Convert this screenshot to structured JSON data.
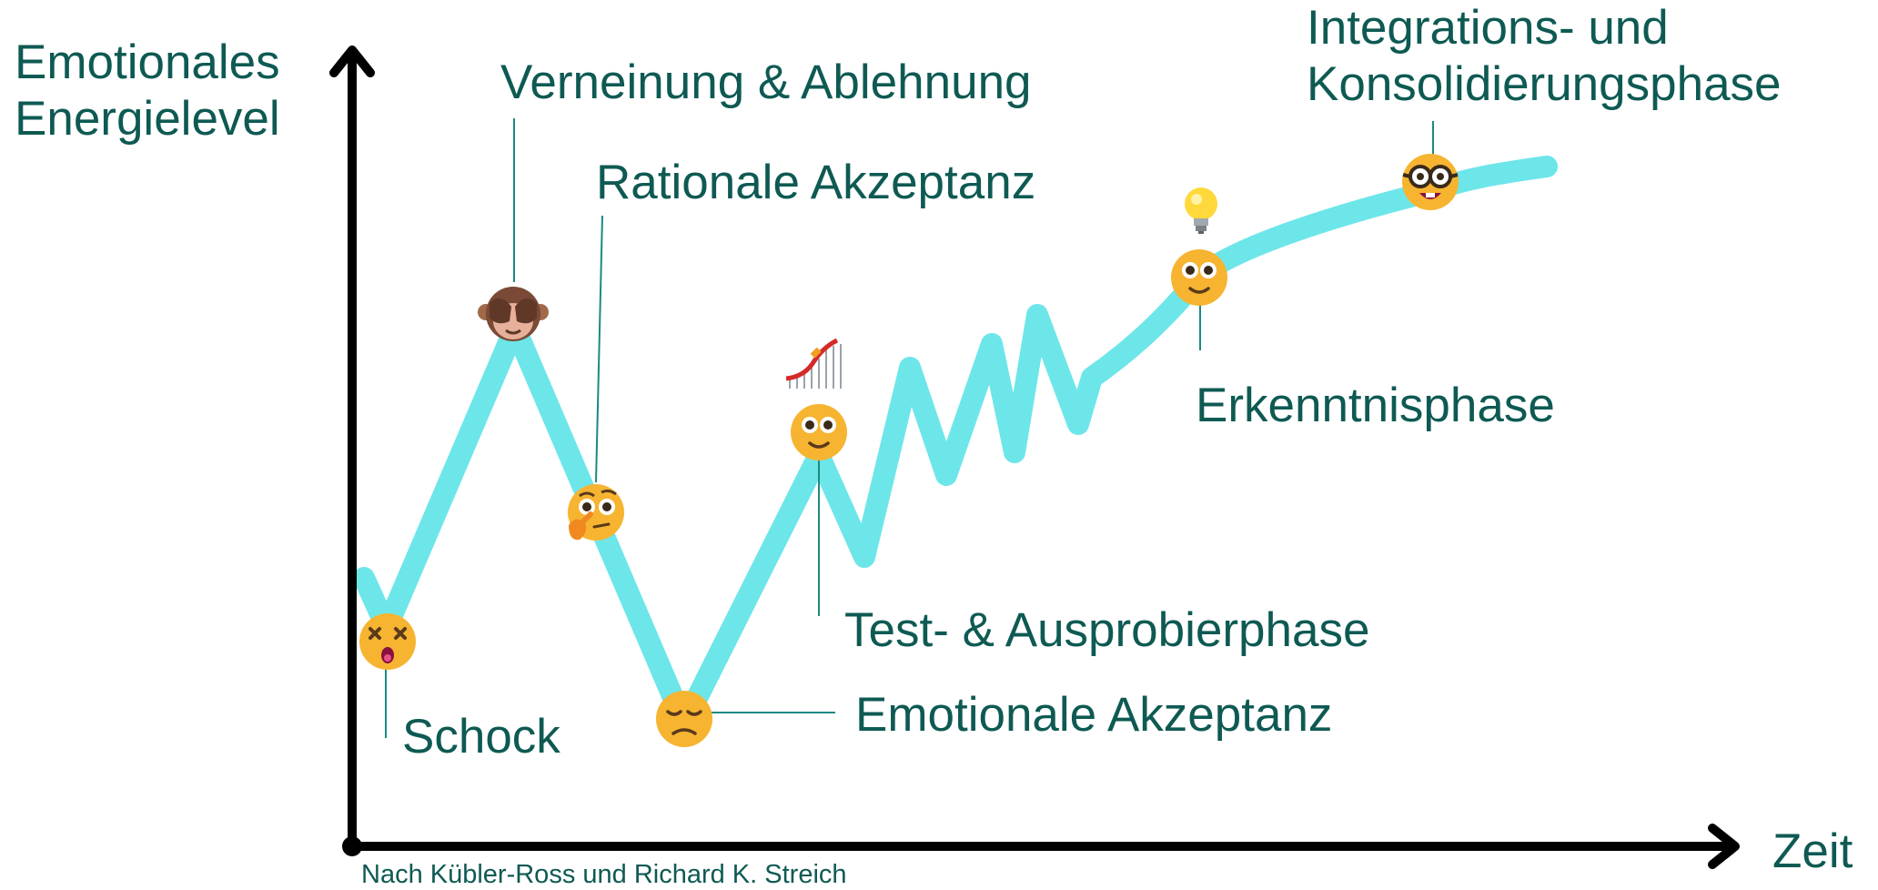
{
  "axes": {
    "y_label": [
      "Emotionales",
      "Energielevel"
    ],
    "x_label": "Zeit"
  },
  "credit": "Nach Kübler-Ross und Richard K. Streich",
  "colors": {
    "curve": "#6de6ea",
    "text": "#0e5a53",
    "axis": "#000000",
    "leader": "#1b8a80",
    "emoji_face": "#f6b431"
  },
  "stages": [
    {
      "name": "Schock",
      "emoji": "dizzy-face"
    },
    {
      "name": "Verneinung & Ablehnung",
      "emoji": "see-no-evil-monkey"
    },
    {
      "name": "Rationale Akzeptanz",
      "emoji": "thinking-face"
    },
    {
      "name": "Emotionale Akzeptanz",
      "emoji": "pensive-face"
    },
    {
      "name": "Test- & Ausprobierphase",
      "emoji": "roller-coaster"
    },
    {
      "name": "Erkenntnisphase",
      "emoji": "light-bulb"
    },
    {
      "name": [
        "Integrations- und",
        "Konsolidierungsphase"
      ],
      "emoji": "nerd-face"
    }
  ]
}
